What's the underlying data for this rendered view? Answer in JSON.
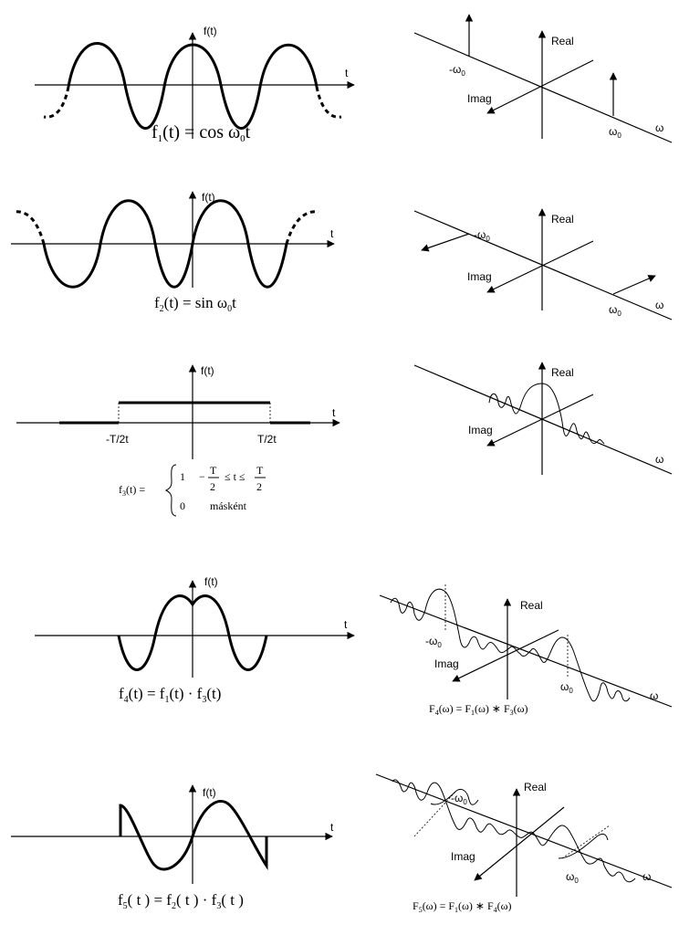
{
  "axis_labels": {
    "f_t": "f(t)",
    "t": "t",
    "real": "Real",
    "imag": "Imag",
    "omega": "ω",
    "omega0": "ω",
    "neg_omega0": "-ω",
    "zero_sub": "0",
    "neg_T2": "-T/2t",
    "pos_T2": "T/2t"
  },
  "formulas": {
    "f1": {
      "f": "f",
      "sub": "1",
      "rest": "(t) = cos ω",
      "sub2": "0",
      "tail": "t"
    },
    "f2": {
      "f": "f",
      "sub": "2",
      "rest": "(t) = sin ω",
      "sub2": "0",
      "tail": "t"
    },
    "f3": {
      "f": "f",
      "sub": "3",
      "lhs": "(t) =",
      "line1_val": "1",
      "line1_cond_a": "−",
      "T": "T",
      "two": "2",
      "le_t_le": "≤ t ≤",
      "line2_val": "0",
      "line2_cond": "másként"
    },
    "f4": {
      "f1": "f",
      "s1": "4",
      "p1": "(t) = f",
      "s2": "1",
      "p2": "(t) · f",
      "s3": "3",
      "p3": "(t)"
    },
    "f5": {
      "f1": "f",
      "s1": "5",
      "p1": "( t )  =  f",
      "s2": "2",
      "p2": "( t ) · f",
      "s3": "3",
      "p3": "( t )"
    },
    "F4": {
      "F1": "F",
      "s1": "4",
      "p1": "(ω) = F",
      "s2": "1",
      "p2": "(ω) ∗ F",
      "s3": "3",
      "p3": "(ω)"
    },
    "F5": {
      "F1": "F",
      "s1": "5",
      "p1": "(ω) = F",
      "s2": "1",
      "p2": "(ω) ∗ F",
      "s3": "4",
      "p3": "(ω)"
    }
  }
}
